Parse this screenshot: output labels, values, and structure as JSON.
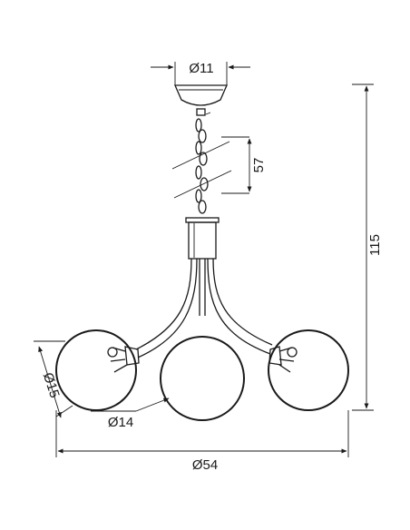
{
  "dimensions": {
    "canopy_diameter": "Ø11",
    "chain_length": "57",
    "total_height": "115",
    "side_globe_diameter": "Ø15",
    "center_globe_diameter": "Ø14",
    "total_width": "Ø54"
  }
}
